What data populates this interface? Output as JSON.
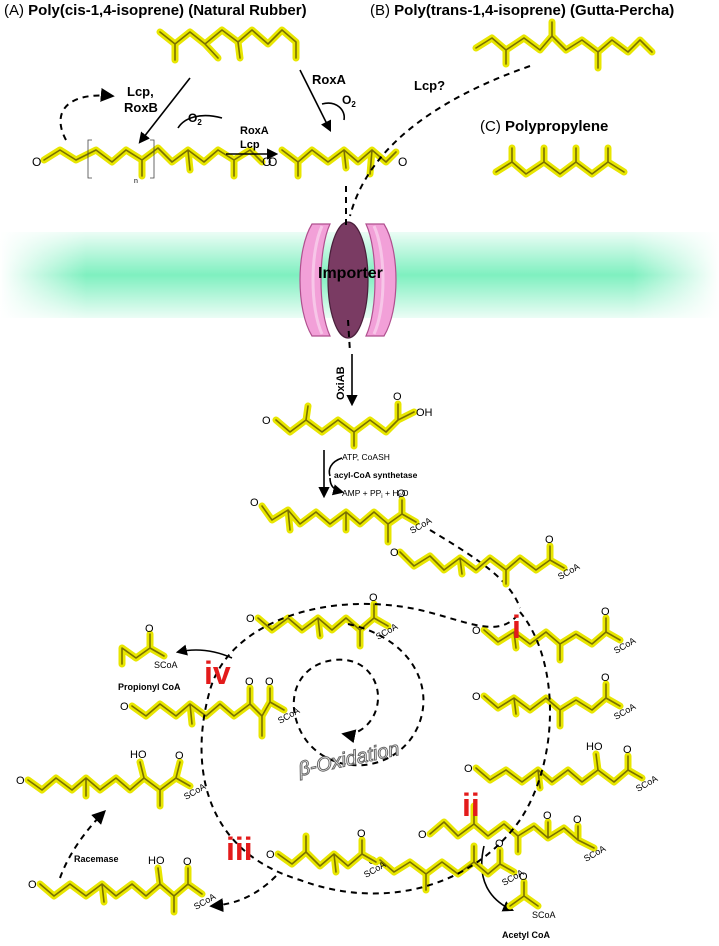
{
  "headers": {
    "a_prefix": "(A)",
    "a_title": "Poly(cis-1,4-isoprene) (Natural Rubber)",
    "b_prefix": "(B)",
    "b_title": "Poly(trans-1,4-isoprene) (Gutta-Percha)",
    "c_prefix": "(C)",
    "c_title": "Polypropylene"
  },
  "labels": {
    "lcp_roxb_line1": "Lcp,",
    "lcp_roxb_line2": "RoxB",
    "o2_left": "O",
    "o2_left_sub": "2",
    "roxa": "RoxA",
    "o2_right": "O",
    "o2_right_sub": "2",
    "roxa_lcp_line1": "RoxA",
    "roxa_lcp_line2": "Lcp",
    "lcp_q": "Lcp?",
    "n_sub": "n",
    "importer": "Importer",
    "oxiab": "OxiAB",
    "atp": "ATP, CoASH",
    "synthetase": "acyl-CoA synthetase",
    "amp": "AMP + PP",
    "amp_sub_i": "i",
    "amp_plus": " + H",
    "amp_sub_2": "2",
    "amp_o": "O",
    "beta_oxidation": "β-Oxidation",
    "propionyl": "Propionyl CoA",
    "racemase": "Racemase",
    "acetyl": "Acetyl CoA",
    "o_atom": "O",
    "oh_atom": "OH",
    "ho_atom": "HO",
    "scoa": "SCoA"
  },
  "steps": {
    "i": "i",
    "ii": "ii",
    "iii": "iii",
    "iv": "iv"
  },
  "colors": {
    "highlight": "#e8e600",
    "membrane": "#7ff0c0",
    "importer_outer": "#f2a0d8",
    "importer_inner": "#7a3b63",
    "step_red": "#e31b1b"
  }
}
